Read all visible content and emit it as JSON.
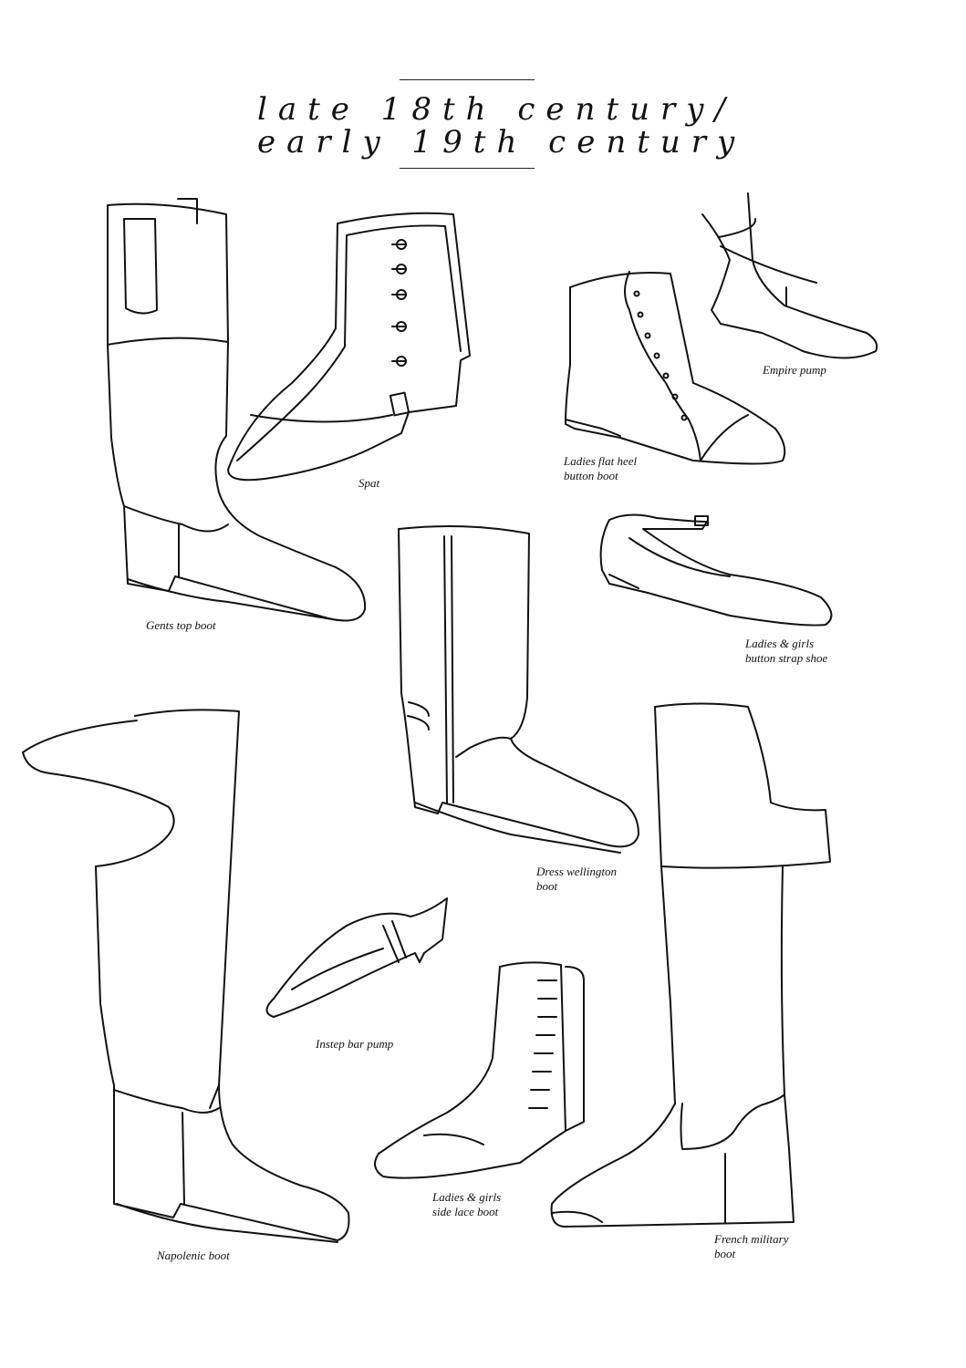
{
  "title": {
    "line1": "late 18th century/",
    "line2": "early 19th century"
  },
  "captions": {
    "gents_top_boot": "Gents top boot",
    "spat": "Spat",
    "ladies_flat_heel_1": "Ladies flat heel",
    "ladies_flat_heel_2": "button boot",
    "empire_pump": "Empire pump",
    "button_strap_1": "Ladies & girls",
    "button_strap_2": "button strap shoe",
    "dress_wellington_1": "Dress wellington",
    "dress_wellington_2": "boot",
    "instep_bar_pump": "Instep bar pump",
    "side_lace_1": "Ladies & girls",
    "side_lace_2": "side lace boot",
    "napolenic_boot": "Napolenic boot",
    "french_military_1": "French military",
    "french_military_2": "boot"
  }
}
